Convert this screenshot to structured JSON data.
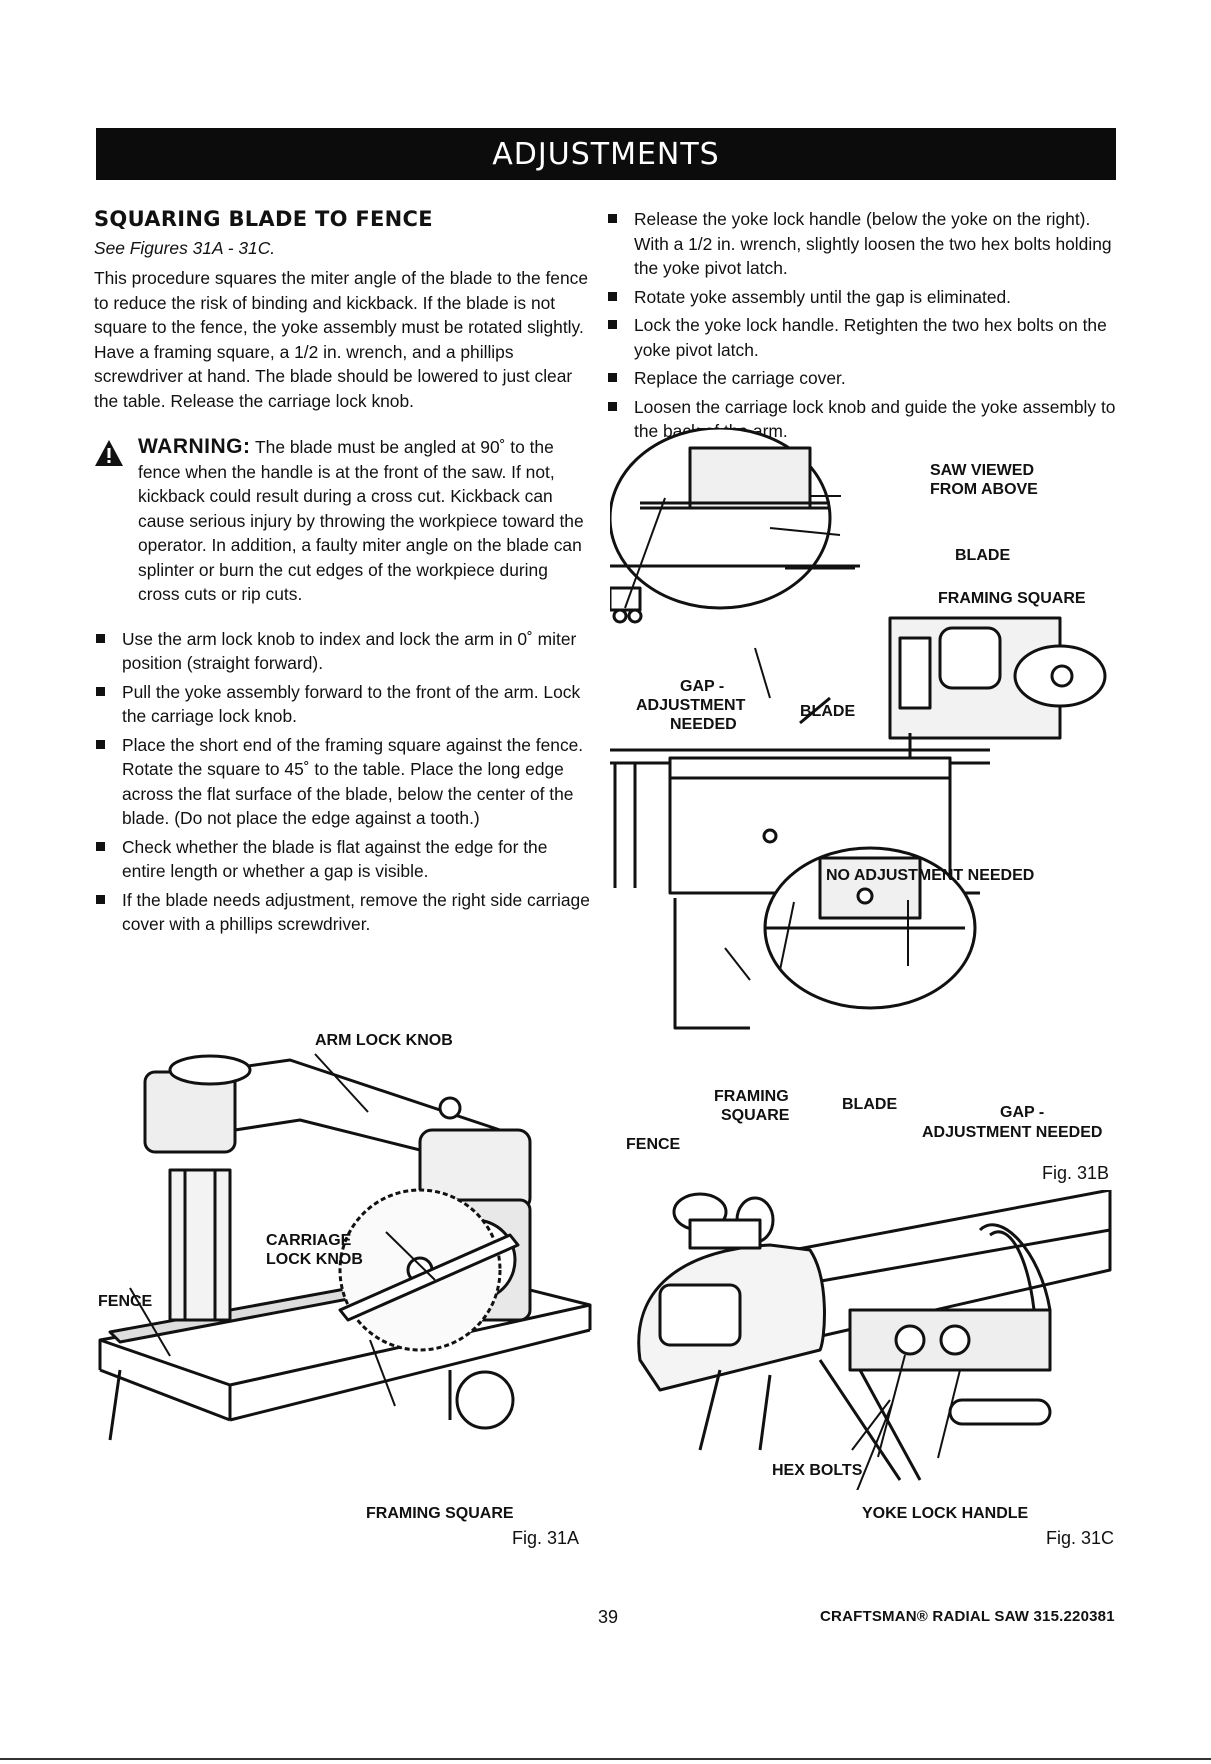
{
  "header": {
    "title": "ADJUSTMENTS"
  },
  "left": {
    "heading": "SQUARING BLADE TO FENCE",
    "subtitle": "See Figures 31A - 31C.",
    "intro": "This procedure squares the miter angle of the blade to the fence to reduce the risk of binding and kickback. If the blade is not square to the fence, the yoke assembly must be rotated slightly. Have a framing square, a 1/2 in. wrench, and a phillips screwdriver at hand. The blade should be lowered to just clear the table. Release the carriage lock knob.",
    "warning_label": "WARNING:",
    "warning_text": "The blade must be angled at 90˚ to the fence when the handle is at the front of the saw. If not, kickback could result during a cross cut. Kickback can cause serious injury by throwing the workpiece toward the operator. In addition, a faulty miter angle on the blade can splinter or burn the cut edges of the workpiece during cross cuts or rip cuts.",
    "steps": [
      "Use the arm lock knob to index and lock the arm in 0˚ miter position (straight forward).",
      "Pull the yoke assembly forward to the front of the arm. Lock the carriage lock knob.",
      "Place the short end of the framing square against the fence. Rotate the square to 45˚ to the table. Place the long edge across the flat surface of the blade, below the center of the blade. (Do not place the edge against a tooth.)",
      "Check whether the blade is flat against the edge for the entire length or whether a gap is visible.",
      "If the blade needs adjustment, remove the right side carriage cover with a phillips screwdriver."
    ]
  },
  "right": {
    "steps": [
      "Release the yoke lock handle (below the yoke on the right). With a 1/2 in. wrench, slightly loosen the two hex bolts holding the yoke pivot latch.",
      "Rotate yoke assembly until the gap is eliminated.",
      "Lock the yoke lock handle. Retighten the two hex bolts on the yoke pivot latch.",
      "Replace the carriage cover.",
      "Loosen the carriage lock knob and guide the yoke assembly to the back of the arm."
    ]
  },
  "fig31a": {
    "arm_lock_knob": "ARM LOCK KNOB",
    "carriage_lock_knob_1": "CARRIAGE",
    "carriage_lock_knob_2": "LOCK KNOB",
    "fence": "FENCE",
    "framing_square": "FRAMING SQUARE",
    "caption": "Fig. 31A"
  },
  "fig31b": {
    "saw_viewed_1": "SAW VIEWED",
    "saw_viewed_2": "FROM ABOVE",
    "blade_top": "BLADE",
    "framing_square_top": "FRAMING SQUARE",
    "gap_1": "GAP -",
    "gap_2": "ADJUSTMENT",
    "gap_3": "NEEDED",
    "blade_mid": "BLADE",
    "no_adjustment": "NO ADJUSTMENT NEEDED",
    "framing_1": "FRAMING",
    "framing_2": "SQUARE",
    "blade_bottom": "BLADE",
    "gap_bottom_1": "GAP -",
    "gap_bottom_2": "ADJUSTMENT NEEDED",
    "fence": "FENCE",
    "caption": "Fig. 31B"
  },
  "fig31c": {
    "hex_bolts": "HEX BOLTS",
    "yoke_lock_handle": "YOKE LOCK HANDLE",
    "caption": "Fig. 31C"
  },
  "footer": {
    "page_number": "39",
    "brand": "CRAFTSMAN® RADIAL SAW 315.220381"
  }
}
